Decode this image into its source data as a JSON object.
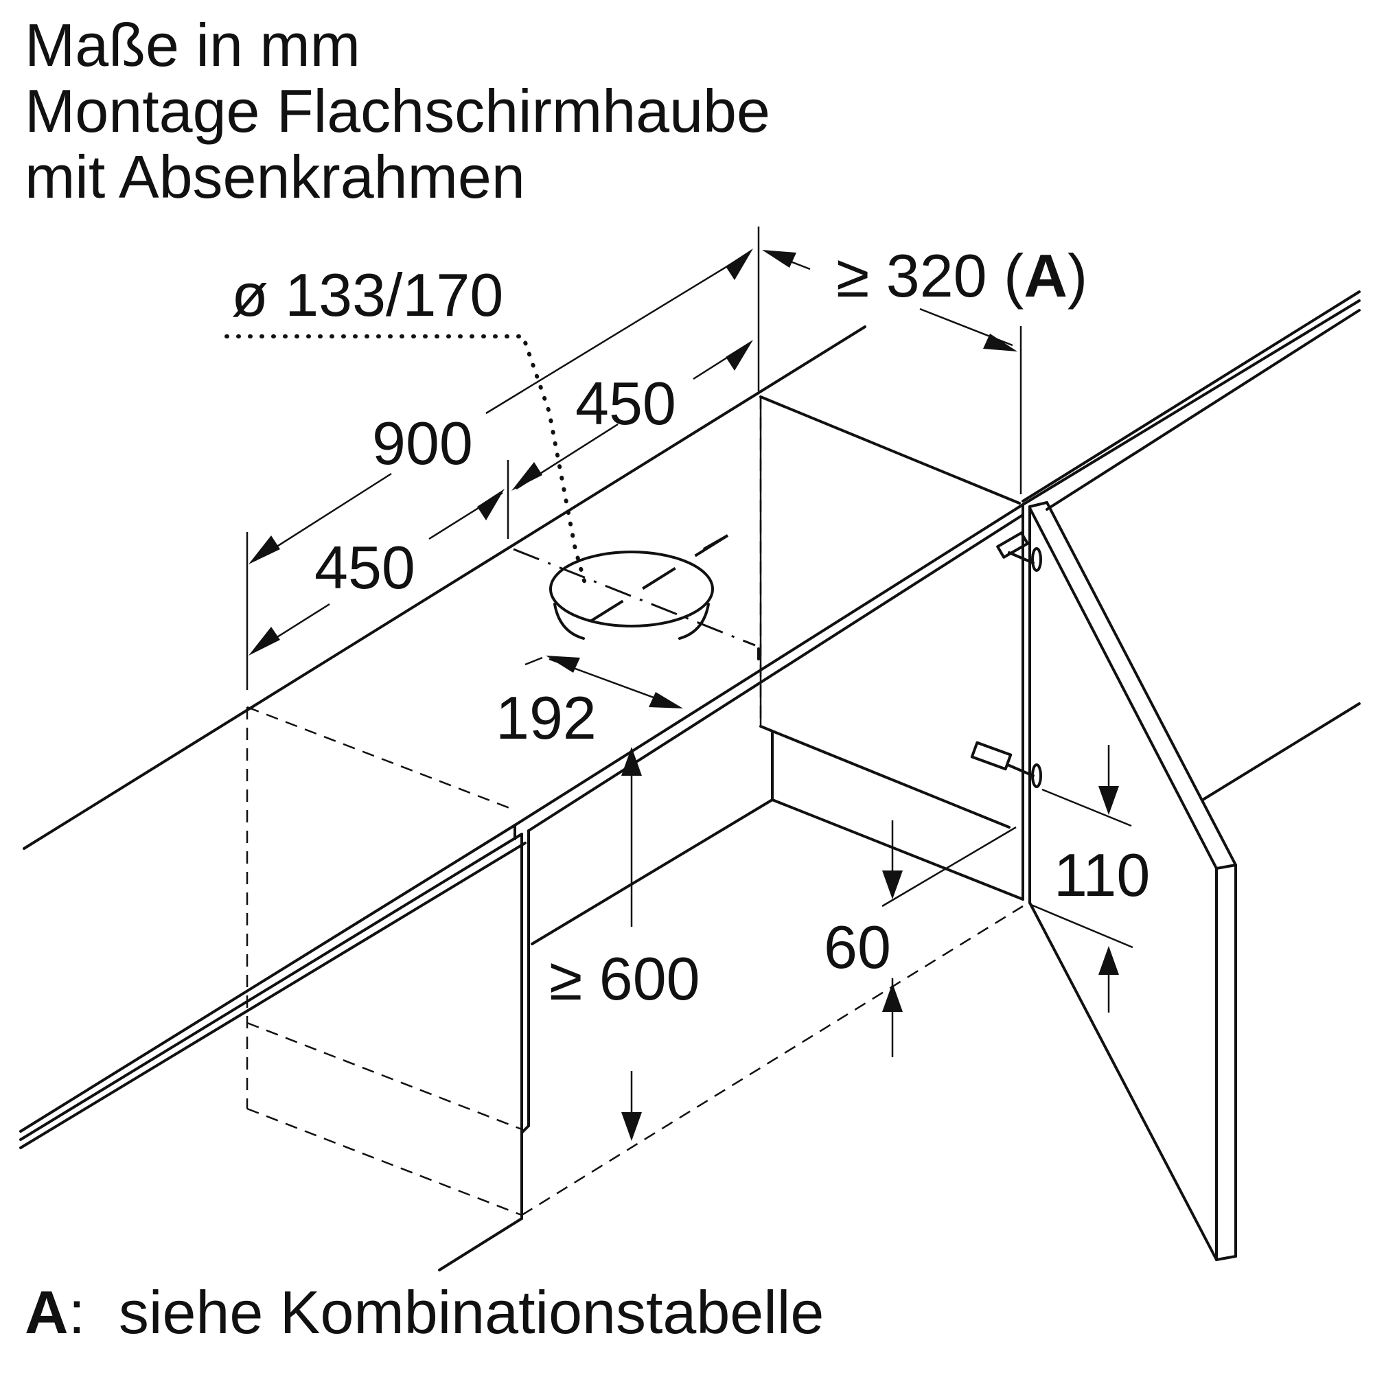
{
  "title": {
    "line1": "Maße in mm",
    "line2": "Montage Flachschirmhaube",
    "line3": "mit Absenkrahmen"
  },
  "dimensions": {
    "duct_diameter": "ø 133/170",
    "width_total": "900",
    "width_half_upper": "450",
    "width_half_lower": "450",
    "depth_min_prefix": "≥ 320 (",
    "depth_min_key": "A",
    "depth_min_suffix": ")",
    "duct_offset": "192",
    "height_min": "≥ 600",
    "frame_offset": "60",
    "hinge_offset": "110"
  },
  "footnote": {
    "key": "A",
    "separator": ":",
    "text": "siehe Kombinationstabelle"
  }
}
